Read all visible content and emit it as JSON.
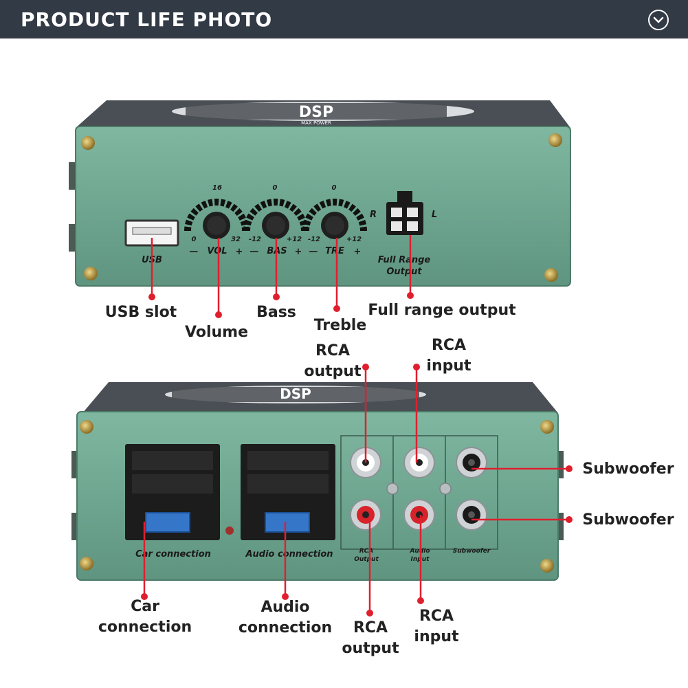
{
  "header": {
    "title": "PRODUCT LIFE PHOTO",
    "toggle_icon": "chevron-down-circle-icon"
  },
  "colors": {
    "header_bg": "#323a45",
    "device_body": "#74aa94",
    "device_top": "#4a4f55",
    "callout_line": "#e01f2e",
    "text": "#222222"
  },
  "device_front": {
    "logo": "DSP",
    "brand": "MAX POWER",
    "usb_label": "USB",
    "vol": {
      "label": "VOL",
      "top": "16",
      "min": "0",
      "max": "32"
    },
    "bas": {
      "label": "BAS",
      "top": "0",
      "min": "-12",
      "max": "+12"
    },
    "tre": {
      "label": "TRE",
      "top": "0",
      "min": "-12",
      "max": "+12"
    },
    "right_label": "R",
    "left_label": "L",
    "full_range_label_1": "Full Range",
    "full_range_label_2": "Output"
  },
  "device_back": {
    "car_label": "Car connection",
    "audio_label": "Audio connection",
    "rca_output_1": "RCA",
    "rca_output_2": "Output",
    "audio_input_1": "Audio",
    "audio_input_2": "Input",
    "subwoofer": "Subwoofer"
  },
  "callouts": {
    "usb_slot": "USB slot",
    "volume": "Volume",
    "bass": "Bass",
    "treble": "Treble",
    "full_range_output": "Full range output",
    "rca_output_top_1": "RCA",
    "rca_output_top_2": "output",
    "rca_input_top_1": "RCA",
    "rca_input_top_2": "input",
    "subwoofer_1": "Subwoofer",
    "subwoofer_2": "Subwoofer",
    "car_connection_1": "Car",
    "car_connection_2": "connection",
    "audio_connection_1": "Audio",
    "audio_connection_2": "connection",
    "rca_output_bottom_1": "RCA",
    "rca_output_bottom_2": "output",
    "rca_input_bottom_1": "RCA",
    "rca_input_bottom_2": "input"
  }
}
